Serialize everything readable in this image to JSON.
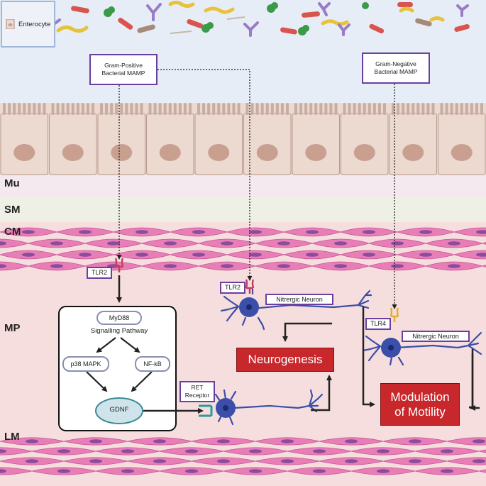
{
  "labels": {
    "enterocyte": "Enterocyte",
    "gram_positive": "Gram-Positive Bacterial MAMP",
    "gram_negative": "Gram-Negative Bacterial MAMP",
    "layer_mu": "Mu",
    "layer_sm": "SM",
    "layer_cm": "CM",
    "layer_mp": "MP",
    "layer_lm": "LM",
    "tlr2_left": "TLR2",
    "tlr2_mid": "TLR2",
    "tlr4": "TLR4",
    "nitrergic_1": "Nitrergic Neuron",
    "nitrergic_2": "Nitrergic Neuron",
    "myd88": "MyD88",
    "signalling": "Signalling Pathway",
    "p38": "p38 MAPK",
    "nfkb": "NF-kB",
    "gdnf": "GDNF",
    "ret_receptor": "RET Receptor",
    "neurogenesis": "Neurogenesis",
    "modulation": "Modulation of Motility"
  },
  "colors": {
    "lumen": "#e6edf6",
    "epithelium": "#ecd9d0",
    "mucosa": "#f3e9ef",
    "submucosa": "#eef0e6",
    "muscle_bg": "#f7dede",
    "muscle_cell": "#e77fb6",
    "nucleus": "#8a4c9c",
    "neuron": "#3b4fa8",
    "box_purple": "#6a3fa0",
    "result_red": "#c8282b"
  }
}
